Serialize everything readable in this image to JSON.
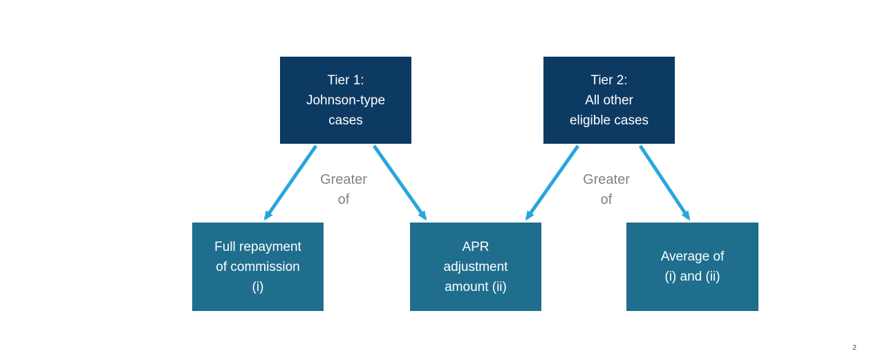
{
  "colors": {
    "navy": "#0d3a63",
    "teal": "#1f6e8e",
    "arrow": "#29a5de",
    "label_gray": "#808285",
    "box_text": "#ffffff",
    "page_number_gray": "#404040"
  },
  "diagram": {
    "tier1": {
      "label": "Tier 1:\nJohnson-type\ncases"
    },
    "tier2": {
      "label": "Tier 2:\nAll other\neligible cases"
    },
    "outcome_full_repayment": {
      "label": "Full repayment\nof commission\n(i)"
    },
    "outcome_apr": {
      "label": "APR\nadjustment\namount (ii)"
    },
    "outcome_average": {
      "label": "Average of\n(i) and (ii)"
    },
    "greater_of_left": "Greater\nof",
    "greater_of_right": "Greater\nof"
  },
  "page_number": "2"
}
